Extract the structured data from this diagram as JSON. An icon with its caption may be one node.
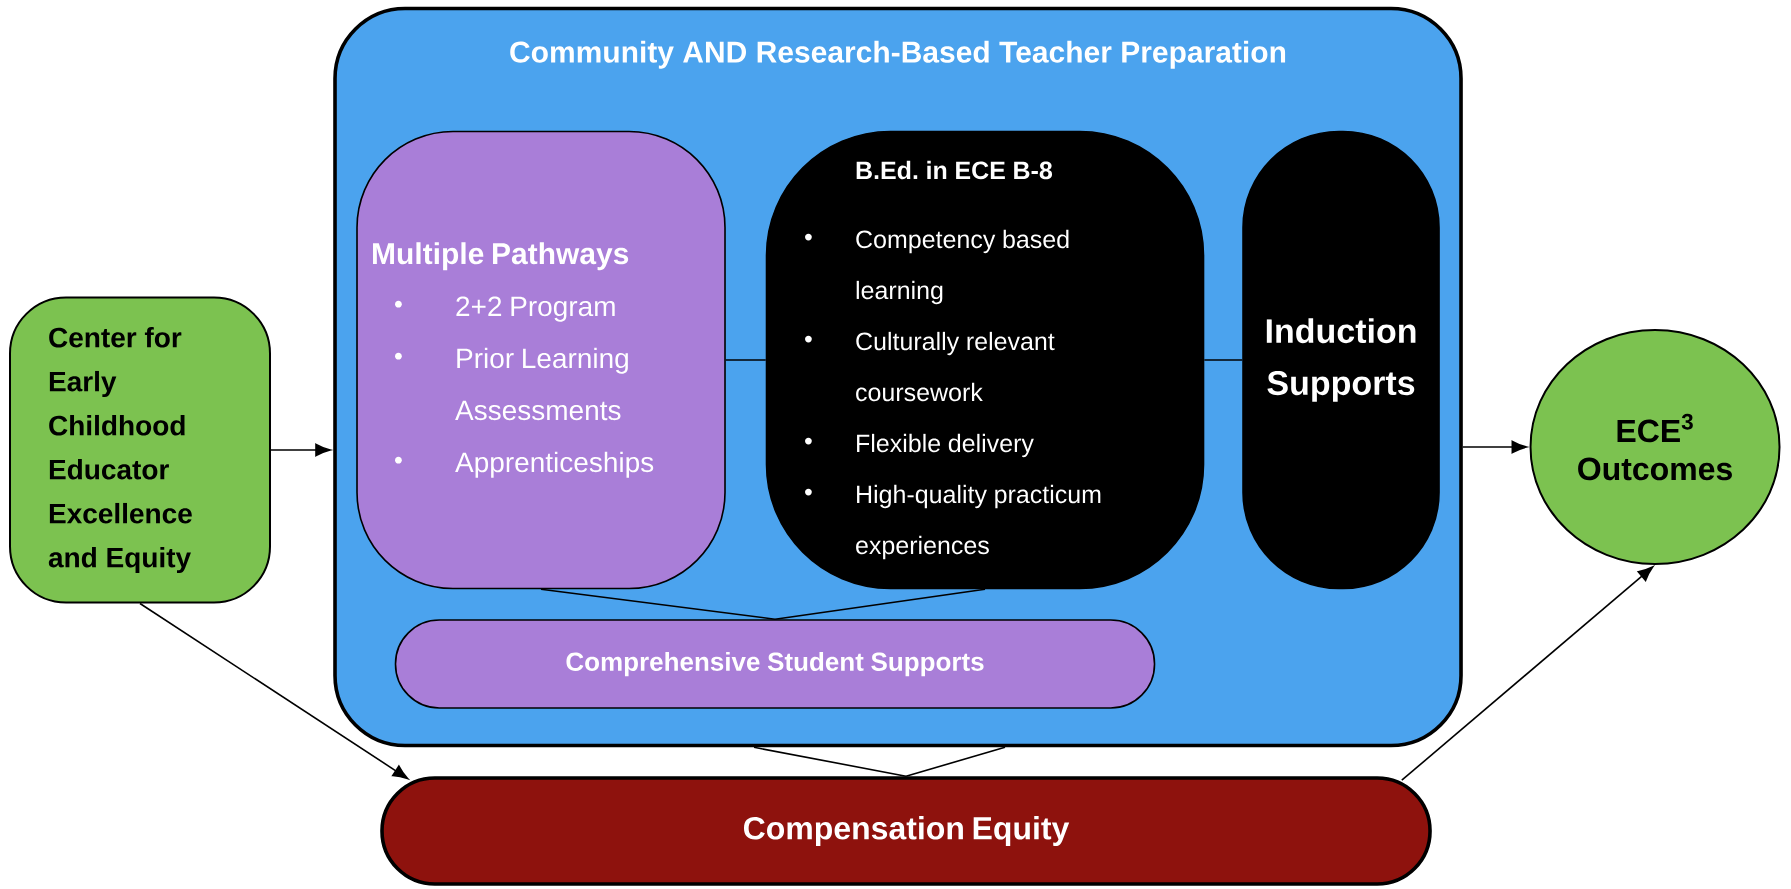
{
  "diagram": {
    "nodes": [
      {
        "text": [
          "Center for Early Childhood Educator Excellence and Equity"
        ]
      },
      {
        "text": [
          "Community AND Research-Based Teacher Preparation"
        ]
      },
      {
        "text": [
          "Multiple Pathways",
          "2+2 Program",
          "Prior Learning Assessments",
          "Apprenticeships"
        ],
        "in": 1
      },
      {
        "text": [
          "B.Ed. in ECE B-8",
          "Competency based learning",
          "Culturally relevant coursework",
          "Flexible delivery",
          "High-quality practicum experiences"
        ],
        "in": 1
      },
      {
        "text": [
          "Induction Supports"
        ],
        "in": 1
      },
      {
        "text": [
          "Comprehensive Student Supports"
        ],
        "in": 1
      },
      {
        "text": [
          "ECE$^{3}$ Outcomes"
        ]
      },
      {
        "text": [
          "Compensation Equity"
        ]
      }
    ],
    "edges": [
      {
        "from": 0,
        "to": 1,
        "arrow": "to"
      },
      {
        "from": 2,
        "to": 3,
        "arrow": "none"
      },
      {
        "from": 3,
        "to": 4,
        "arrow": "none"
      },
      {
        "from": 2,
        "to": 5,
        "arrow": "none"
      },
      {
        "from": 3,
        "to": 5,
        "arrow": "none"
      },
      {
        "from": 1,
        "to": 7,
        "arrow": "none"
      },
      {
        "from": 1,
        "to": 7,
        "arrow": "none"
      },
      {
        "from": 1,
        "to": 6,
        "arrow": "to"
      },
      {
        "from": 0,
        "to": 7,
        "arrow": "to"
      },
      {
        "from": 7,
        "to": 6,
        "arrow": "to"
      }
    ]
  }
}
